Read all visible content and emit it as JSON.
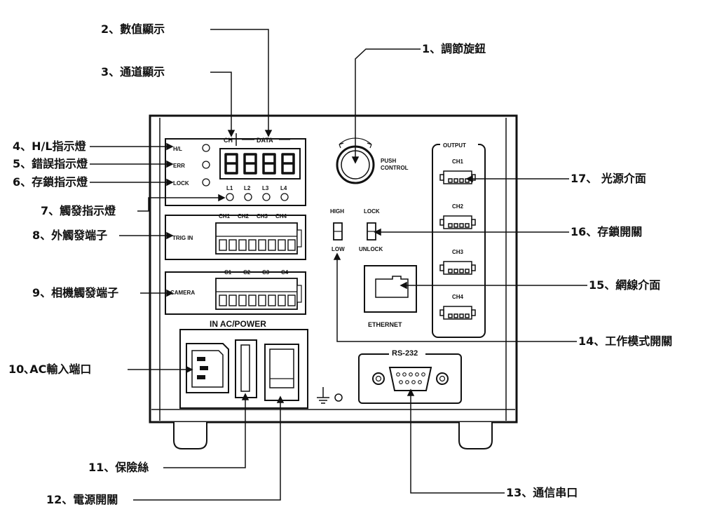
{
  "callouts": {
    "c1": "1、調節旋鈕",
    "c2": "2、數值顯示",
    "c3": "3、通道顯示",
    "c4": "4、H/L指示燈",
    "c5": "5、錯誤指示燈",
    "c6": "6、存鎖指示燈",
    "c7": "7、觸發指示燈",
    "c8": "8、外觸發端子",
    "c9": "9、相機觸發端子",
    "c10": "10､AC輸入端口",
    "c11": "11、保險絲",
    "c12": "12、電源開關",
    "c13": "13、通信串口",
    "c14": "14、工作模式開關",
    "c15": "15、網線介面",
    "c16": "16、存鎖開關",
    "c17": "17、 光源介面"
  },
  "panel": {
    "ch": "CH",
    "data": "DATA",
    "hl": "H/L",
    "err": "ERR",
    "lock": "LOCK",
    "led_labels": [
      "L1",
      "L2",
      "L3",
      "L4"
    ],
    "push": "PUSH",
    "control": "CONTROL",
    "trig_in": "TRIG IN",
    "trig_channels": [
      "CH1",
      "CH2",
      "CH3",
      "CH4"
    ],
    "camera": "CAMERA",
    "cam_channels": [
      "C1",
      "C2",
      "C3",
      "C4"
    ],
    "high": "HIGH",
    "low": "LOW",
    "lock_sw": "LOCK",
    "unlock_sw": "UNLOCK",
    "ethernet": "ETHERNET",
    "output": "OUTPUT",
    "outputs": [
      "CH1",
      "CH2",
      "CH3",
      "CH4"
    ],
    "ac_power": "IN  AC/POWER",
    "rs232": "RS-232"
  }
}
